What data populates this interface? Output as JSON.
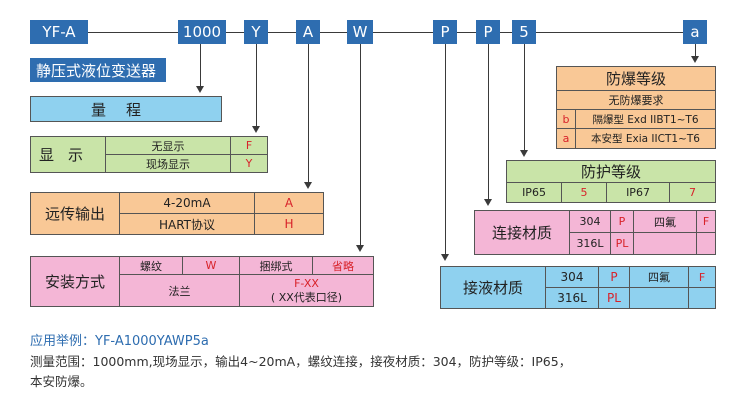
{
  "codes": [
    "YF-A",
    "1000",
    "Y",
    "A",
    "W",
    "P",
    "P",
    "5",
    "a"
  ],
  "product_name": "静压式液位变送器",
  "range": {
    "label": "量程"
  },
  "display": {
    "label": "显示",
    "rows": [
      {
        "name": "无显示",
        "code": "F"
      },
      {
        "name": "现场显示",
        "code": "Y"
      }
    ]
  },
  "output": {
    "label": "远传输出",
    "rows": [
      {
        "name": "4-20mA",
        "code": "A"
      },
      {
        "name": "HART协议",
        "code": "H"
      }
    ]
  },
  "install": {
    "label": "安装方式",
    "thread": "螺纹",
    "thread_code": "W",
    "clamp": "捆绑式",
    "clamp_code": "省略",
    "flange": "法兰",
    "flange_code": "F-XX",
    "flange_note": "( XX代表口径)"
  },
  "explosion": {
    "title": "防爆等级",
    "none": "无防爆要求",
    "rows": [
      {
        "code": "b",
        "name": "隔爆型 Exd IIBT1~T6"
      },
      {
        "code": "a",
        "name": "本安型 Exia IICT1~T6"
      }
    ]
  },
  "protection": {
    "title": "防护等级",
    "items": [
      {
        "name": "IP65",
        "code": "5"
      },
      {
        "name": "IP67",
        "code": "7"
      }
    ]
  },
  "connect_material": {
    "label": "连接材质",
    "r1": {
      "m": "304",
      "c": "P",
      "m2": "四氟",
      "c2": "F"
    },
    "r2": {
      "m": "316L",
      "c": "PL"
    }
  },
  "wet_material": {
    "label": "接液材质",
    "r1": {
      "m": "304",
      "c": "P",
      "m2": "四氟",
      "c2": "F"
    },
    "r2": {
      "m": "316L",
      "c": "PL"
    }
  },
  "example": {
    "title": "应用举例：YF-A1000YAWP5a",
    "line1": "测量范围：1000mm,现场显示，输出4~20mA，螺纹连接，接夜材质：304，防护等级：IP65，",
    "line2": "本安防爆。"
  },
  "colors": {
    "blue": "#2e6db0",
    "green": "#c9e4a8",
    "peach": "#f9c896",
    "pink": "#f4b6d6",
    "light_blue": "#8fd1ef",
    "red": "#d8222a"
  }
}
